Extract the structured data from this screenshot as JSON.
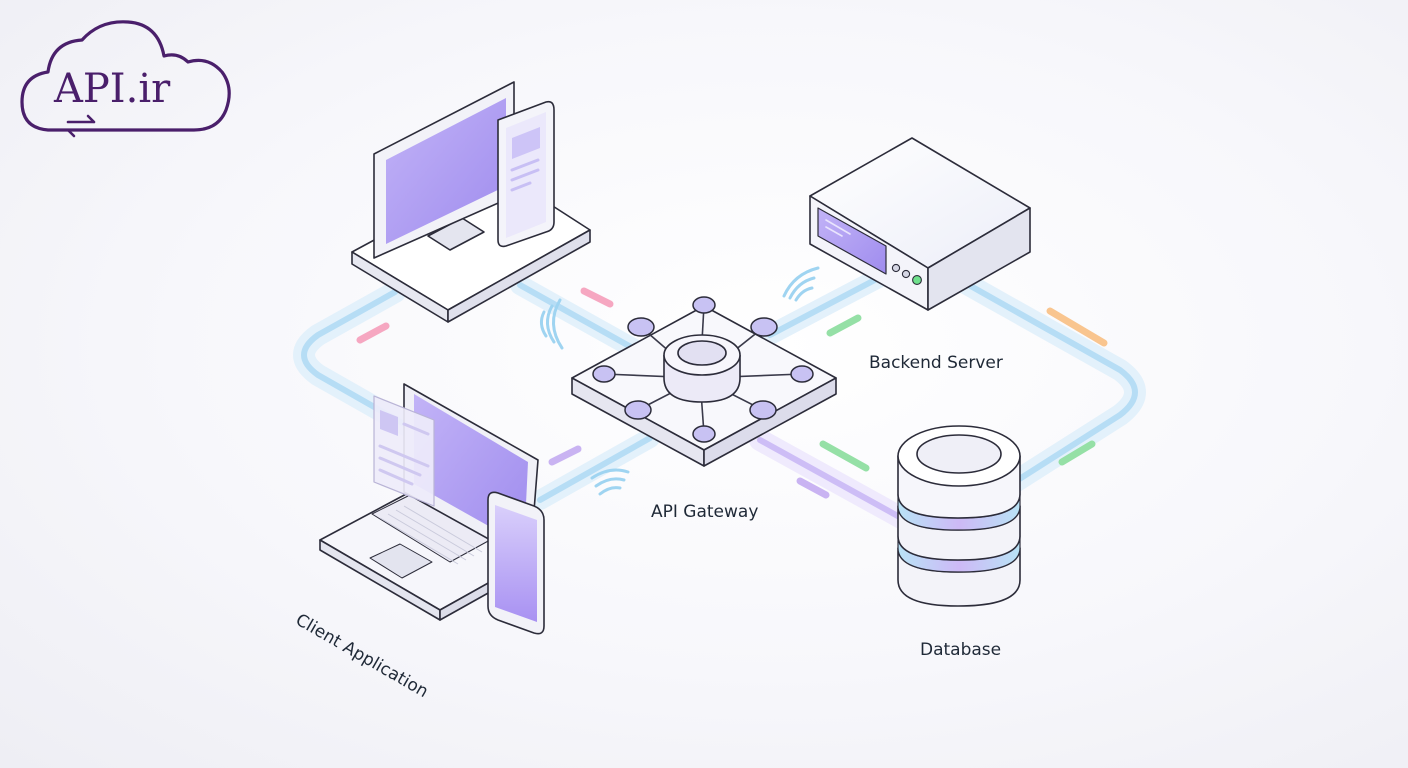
{
  "logo": {
    "text": "API.ir",
    "color": "#4a1f6b"
  },
  "nodes": {
    "client": {
      "label": "Client Application"
    },
    "gateway": {
      "label": "API Gateway"
    },
    "backend": {
      "label": "Backend Server"
    },
    "database": {
      "label": "Database"
    }
  },
  "colors": {
    "accent_purple": "#a48cf0",
    "screen_purple": "#b3a1f4",
    "pipe_blue": "#b6ddf5",
    "outline": "#2c2c3a",
    "dash_pink": "#f6a7c1",
    "dash_green": "#95e0a6",
    "dash_orange": "#f9c58f",
    "dash_purple": "#c9b3f2",
    "indicator_green": "#6fe08c"
  }
}
